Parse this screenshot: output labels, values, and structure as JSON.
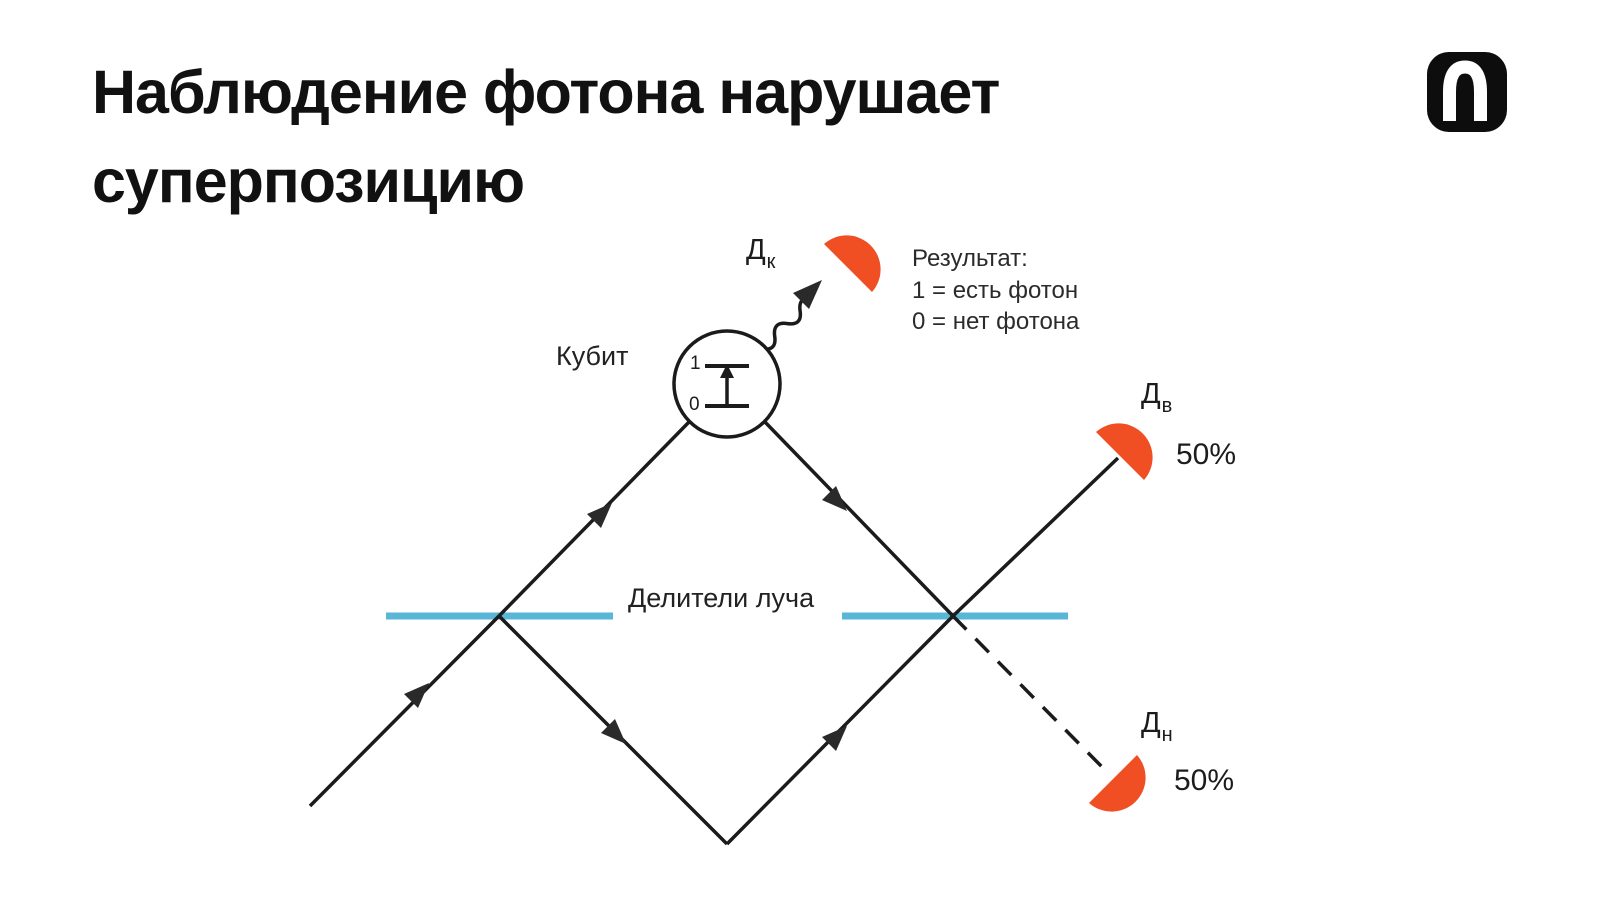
{
  "title": {
    "line1": "Наблюдение фотона нарушает",
    "line2": "суперпозицию"
  },
  "diagram": {
    "qubit": {
      "label": "Кубит",
      "level_one": "1",
      "level_zero": "0"
    },
    "beam_splitters_label": "Делители луча",
    "detectors": {
      "control": {
        "label_main": "Д",
        "label_sub": "к"
      },
      "upper": {
        "label_main": "Д",
        "label_sub": "в",
        "probability": "50%"
      },
      "lower": {
        "label_main": "Д",
        "label_sub": "н",
        "probability": "50%"
      }
    },
    "result": {
      "line1": "Результат:",
      "line2": "1 = есть фотон",
      "line3": "0 = нет фотона"
    },
    "colors": {
      "detector": "#F04E23",
      "splitter": "#5AB6D6",
      "beam": "#1b1b1b"
    }
  }
}
